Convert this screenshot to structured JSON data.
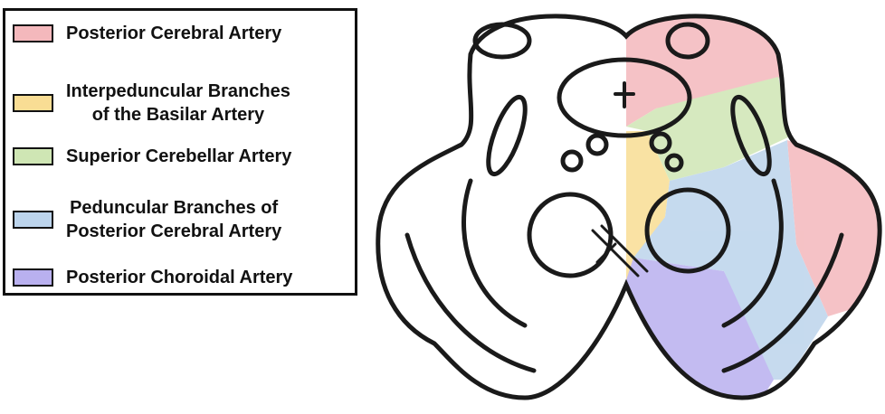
{
  "legend": {
    "items": [
      {
        "label": "Posterior Cerebral Artery",
        "color": "#f4b8bc"
      },
      {
        "label_line1": "Interpeduncular Branches",
        "label_line2": "of the Basilar Artery",
        "color": "#f9dd94"
      },
      {
        "label": "Superior Cerebellar Artery",
        "color": "#cfe6b4"
      },
      {
        "label_line1": "Peduncular Branches of",
        "label_line2": "Posterior Cerebral Artery",
        "color": "#bcd4ec"
      },
      {
        "label": "Posterior Choroidal Artery",
        "color": "#b9b0ef"
      }
    ]
  }
}
